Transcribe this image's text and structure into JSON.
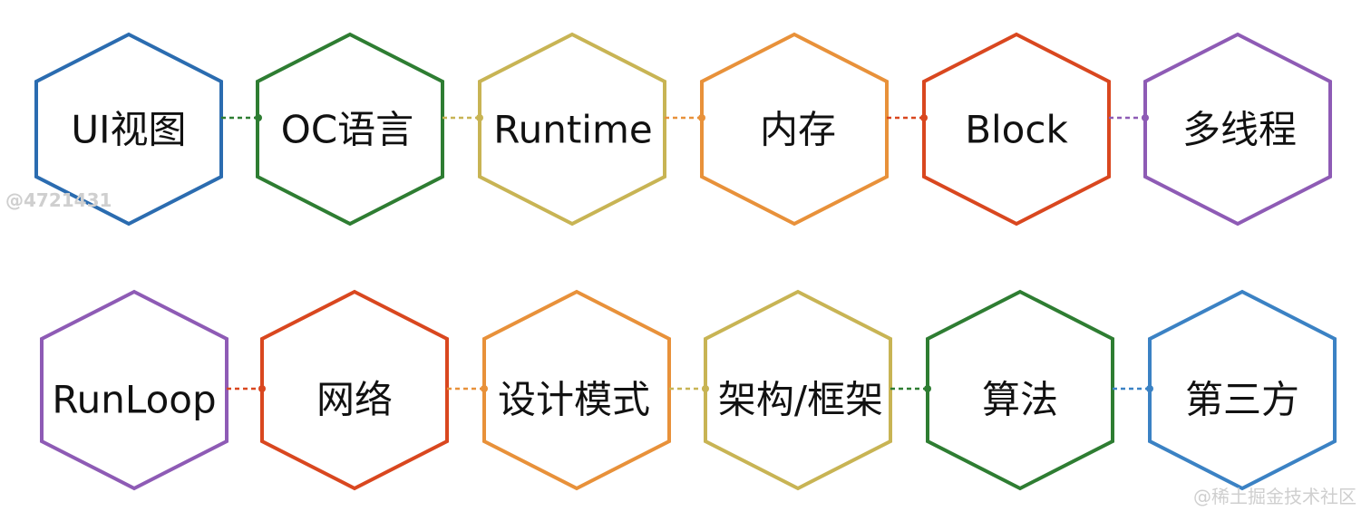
{
  "rows": [
    {
      "nodes": [
        {
          "label": "UI视图",
          "color": "#2b6cb0"
        },
        {
          "label": "OC语言",
          "color": "#2e7d32"
        },
        {
          "label": "Runtime",
          "color": "#c8b454"
        },
        {
          "label": "内存",
          "color": "#e8913a"
        },
        {
          "label": "Block",
          "color": "#d9471f"
        },
        {
          "label": "多线程",
          "color": "#8e5bb5"
        }
      ]
    },
    {
      "nodes": [
        {
          "label": "RunLoop",
          "color": "#8e5bb5"
        },
        {
          "label": "网络",
          "color": "#d9471f"
        },
        {
          "label": "设计模式",
          "color": "#e8913a"
        },
        {
          "label": "架构/框架",
          "color": "#c8b454"
        },
        {
          "label": "算法",
          "color": "#2e7d32"
        },
        {
          "label": "第三方",
          "color": "#3b82c4"
        }
      ]
    }
  ],
  "watermarks": {
    "left": "@4721431",
    "right": "@稀土掘金技术社区"
  }
}
